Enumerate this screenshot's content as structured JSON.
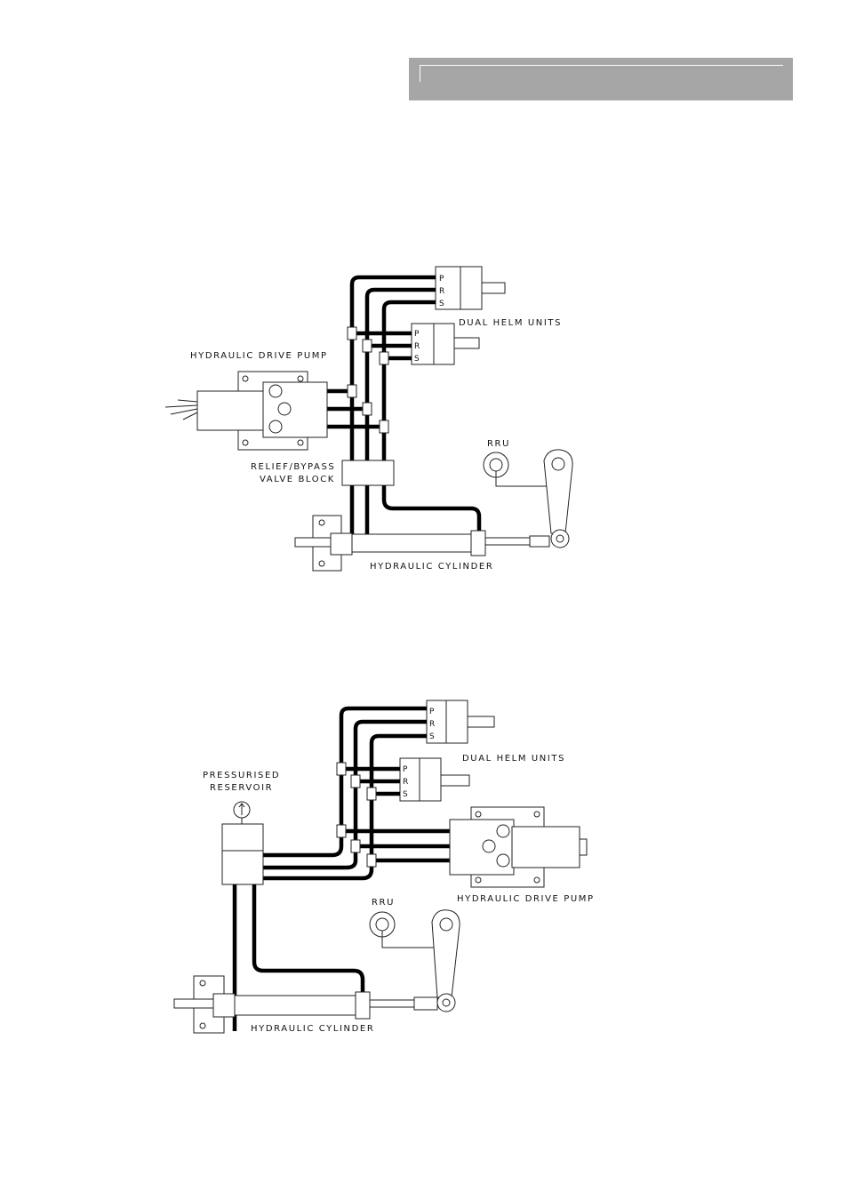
{
  "header": {
    "title": ""
  },
  "diagram1": {
    "labels": {
      "helm_units": "DUAL HELM UNITS",
      "drive_pump": "HYDRAULIC DRIVE PUMP",
      "valve_block_line1": "RELIEF/BYPASS",
      "valve_block_line2": "VALVE BLOCK",
      "rru": "RRU",
      "cylinder": "HYDRAULIC CYLINDER"
    },
    "ports": [
      "P",
      "R",
      "S"
    ]
  },
  "diagram2": {
    "labels": {
      "helm_units": "DUAL HELM UNITS",
      "reservoir_line1": "PRESSURISED",
      "reservoir_line2": "RESERVOIR",
      "drive_pump": "HYDRAULIC DRIVE PUMP",
      "rru": "RRU",
      "cylinder": "HYDRAULIC CYLINDER"
    },
    "ports": [
      "P",
      "R",
      "S"
    ]
  }
}
